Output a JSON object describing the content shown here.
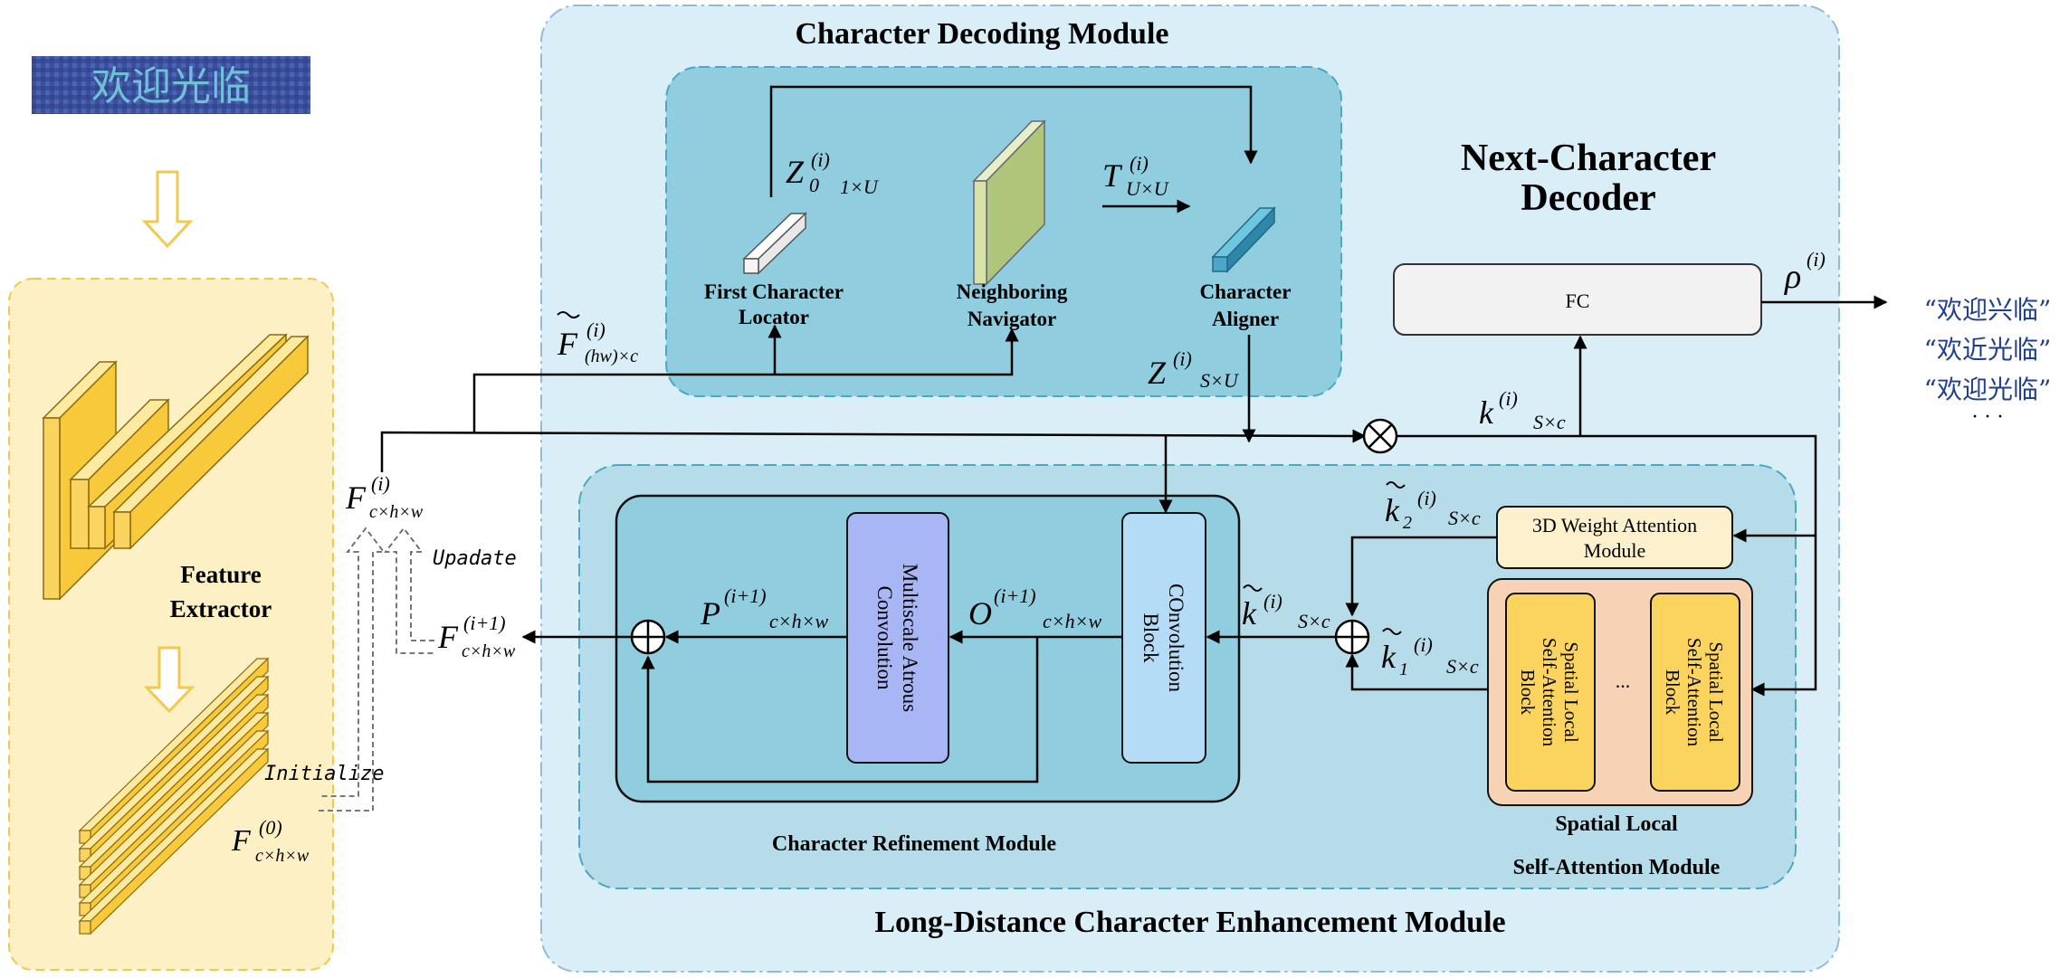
{
  "input_image": {
    "text": "欢迎光临"
  },
  "feature_extractor": {
    "title_line1": "Feature",
    "title_line2": "Extractor"
  },
  "feature_labels": {
    "f0_main": "F",
    "f0_sup": "(0)",
    "f0_sub": "c×h×w",
    "fi_main": "F",
    "fi_sup": "(i)",
    "fi_sub": "c×h×w",
    "fi1_main": "F",
    "fi1_sup": "(i+1)",
    "fi1_sub": "c×h×w",
    "ftilde_main": "F",
    "ftilde_sup": "(i)",
    "ftilde_sub": "(hw)×c"
  },
  "handwritten": {
    "initialize": "Initialize",
    "update": "Upadate"
  },
  "character_decoding_module": {
    "title": "Character Decoding Module",
    "first_locator_line1": "First Character",
    "first_locator_line2": "Locator",
    "navigator_line1": "Neighboring",
    "navigator_line2": "Navigator",
    "aligner_line1": "Character",
    "aligner_line2": "Aligner",
    "z0_main": "Z",
    "z0_zero": "0",
    "z0_sup": "(i)",
    "z0_sub": "1×U",
    "t_main": "T",
    "t_sup": "(i)",
    "t_sub": "U×U",
    "z_main": "Z",
    "z_sup": "(i)",
    "z_sub": "S×U"
  },
  "next_character_decoder": {
    "title_line1": "Next-Character",
    "title_line2": "Decoder",
    "fc_label": "FC",
    "rho_main": "ρ",
    "rho_sup": "(i)",
    "k_main": "k",
    "k_sup": "(i)",
    "k_sub": "S×c"
  },
  "long_distance_module": {
    "title": "Long-Distance Character Enhancement Module",
    "refinement_title": "Character Refinement Module",
    "atrous_line1": "Multiscale Atrous",
    "atrous_line2": "Convolution",
    "conv_line1": "COnvolution",
    "conv_line2": "Block",
    "p_main": "P",
    "p_sup": "(i+1)",
    "p_sub": "c×h×w",
    "o_main": "O",
    "o_sup": "(i+1)",
    "o_sub": "c×h×w",
    "kt_main": "k",
    "kt_sup": "(i)",
    "kt_sub": "S×c",
    "k2_main": "k",
    "k2_idx": "2",
    "k2_sup": "(i)",
    "k2_sub": "S×c",
    "k1_main": "k",
    "k1_idx": "1",
    "k1_sup": "(i)",
    "k1_sub": "S×c",
    "weight_attention_line1": "3D Weight Attention",
    "weight_attention_line2": "Module",
    "spatial_block_line1": "Spatial Local",
    "spatial_block_line2": "Self-Attention",
    "spatial_block_line3": "Block",
    "ellipsis": "...",
    "spatial_module_line1": "Spatial Local",
    "spatial_module_line2": "Self-Attention Module"
  },
  "outputs": [
    "“欢迎兴临”",
    "“欢近光临”",
    "“欢迎光临”"
  ],
  "outputs_more": "· · ·",
  "colors": {
    "outer_panel": "#daeef7",
    "decoding_panel": "#8fcddf",
    "enhancement_panel": "#b6dce9",
    "refinement_panel": "#8fcddf",
    "feature_panel": "#fdf0c5",
    "atrous_block": "#a9b6f5",
    "conv_block": "#b5dcf6",
    "attention_module": "#fdf1cd",
    "spatial_module": "#f8d2b4",
    "spatial_block": "#fbd45f",
    "output_text": "#1f3f8f"
  }
}
